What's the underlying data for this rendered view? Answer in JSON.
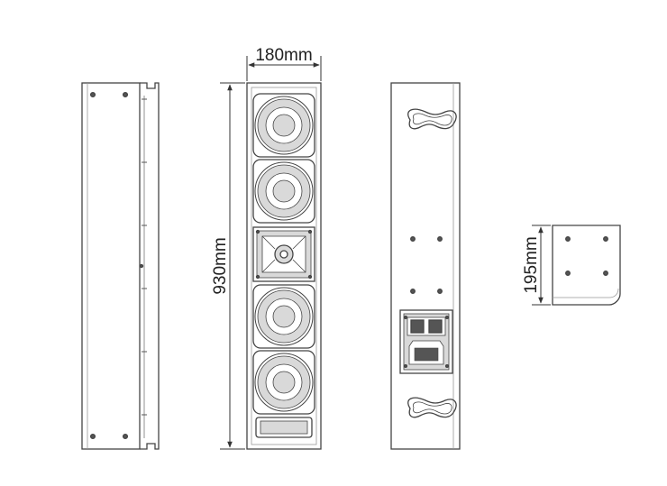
{
  "dimensions": {
    "width": "180mm",
    "height": "930mm",
    "depth": "195mm"
  },
  "colors": {
    "line": "#333333",
    "light": "#888888",
    "fill_grey": "#d9d9d9",
    "dark": "#555555"
  }
}
